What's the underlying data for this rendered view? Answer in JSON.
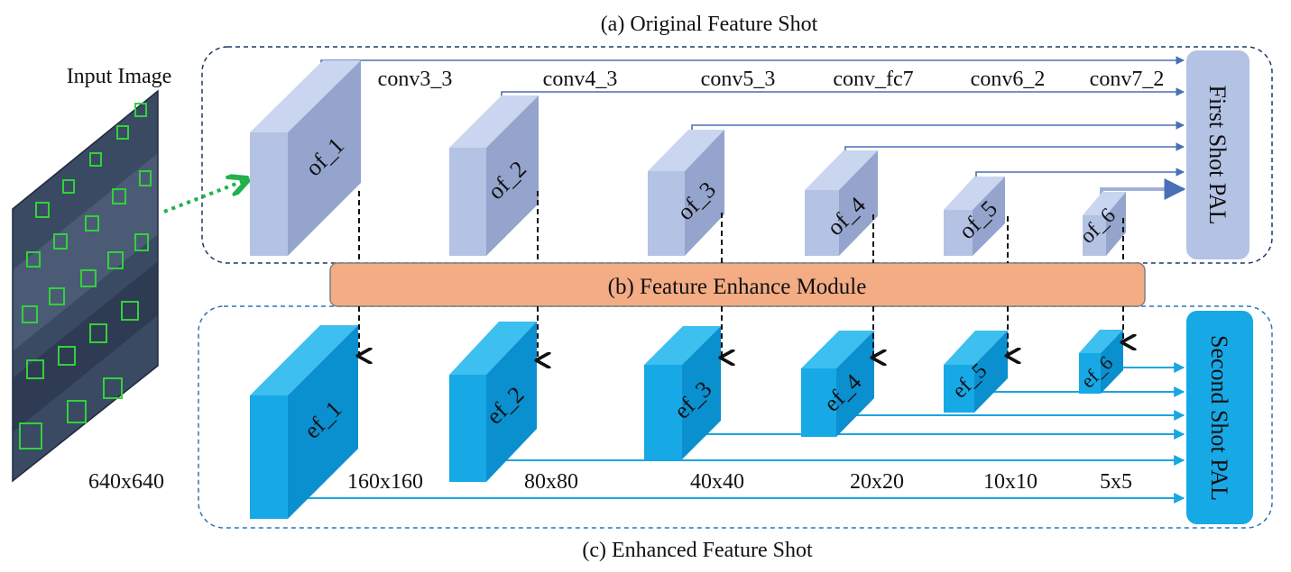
{
  "titles": {
    "original": "(a) Original Feature Shot",
    "enhance_module": "(b) Feature Enhance Module",
    "enhanced": "(c) Enhanced Feature Shot"
  },
  "input": {
    "label": "Input Image",
    "size": "640x640"
  },
  "layers": [
    {
      "conv": "conv3_3",
      "original": "of_1",
      "enhanced": "ef_1",
      "size": "160x160"
    },
    {
      "conv": "conv4_3",
      "original": "of_2",
      "enhanced": "ef_2",
      "size": "80x80"
    },
    {
      "conv": "conv5_3",
      "original": "of_3",
      "enhanced": "ef_3",
      "size": "40x40"
    },
    {
      "conv": "conv_fc7",
      "original": "of_4",
      "enhanced": "ef_4",
      "size": "20x20"
    },
    {
      "conv": "conv6_2",
      "original": "of_5",
      "enhanced": "ef_5",
      "size": "10x10"
    },
    {
      "conv": "conv7_2",
      "original": "of_6",
      "enhanced": "ef_6",
      "size": "5x5"
    }
  ],
  "outputs": {
    "first": "First Shot PAL",
    "second": "Second Shot PAL"
  },
  "colors": {
    "original_front": "#b4c2e4",
    "original_side": "#94a4cc",
    "original_top": "#cad5ef",
    "enhanced_front": "#17a9e6",
    "enhanced_side": "#0a8fcf",
    "enhanced_top": "#3dbff0",
    "first_arrow": "#4a6fb5",
    "second_arrow": "#18a6e0",
    "module_fill": "#f3ac84",
    "input_arrow": "#22b14c",
    "frame": "#1f3864"
  }
}
